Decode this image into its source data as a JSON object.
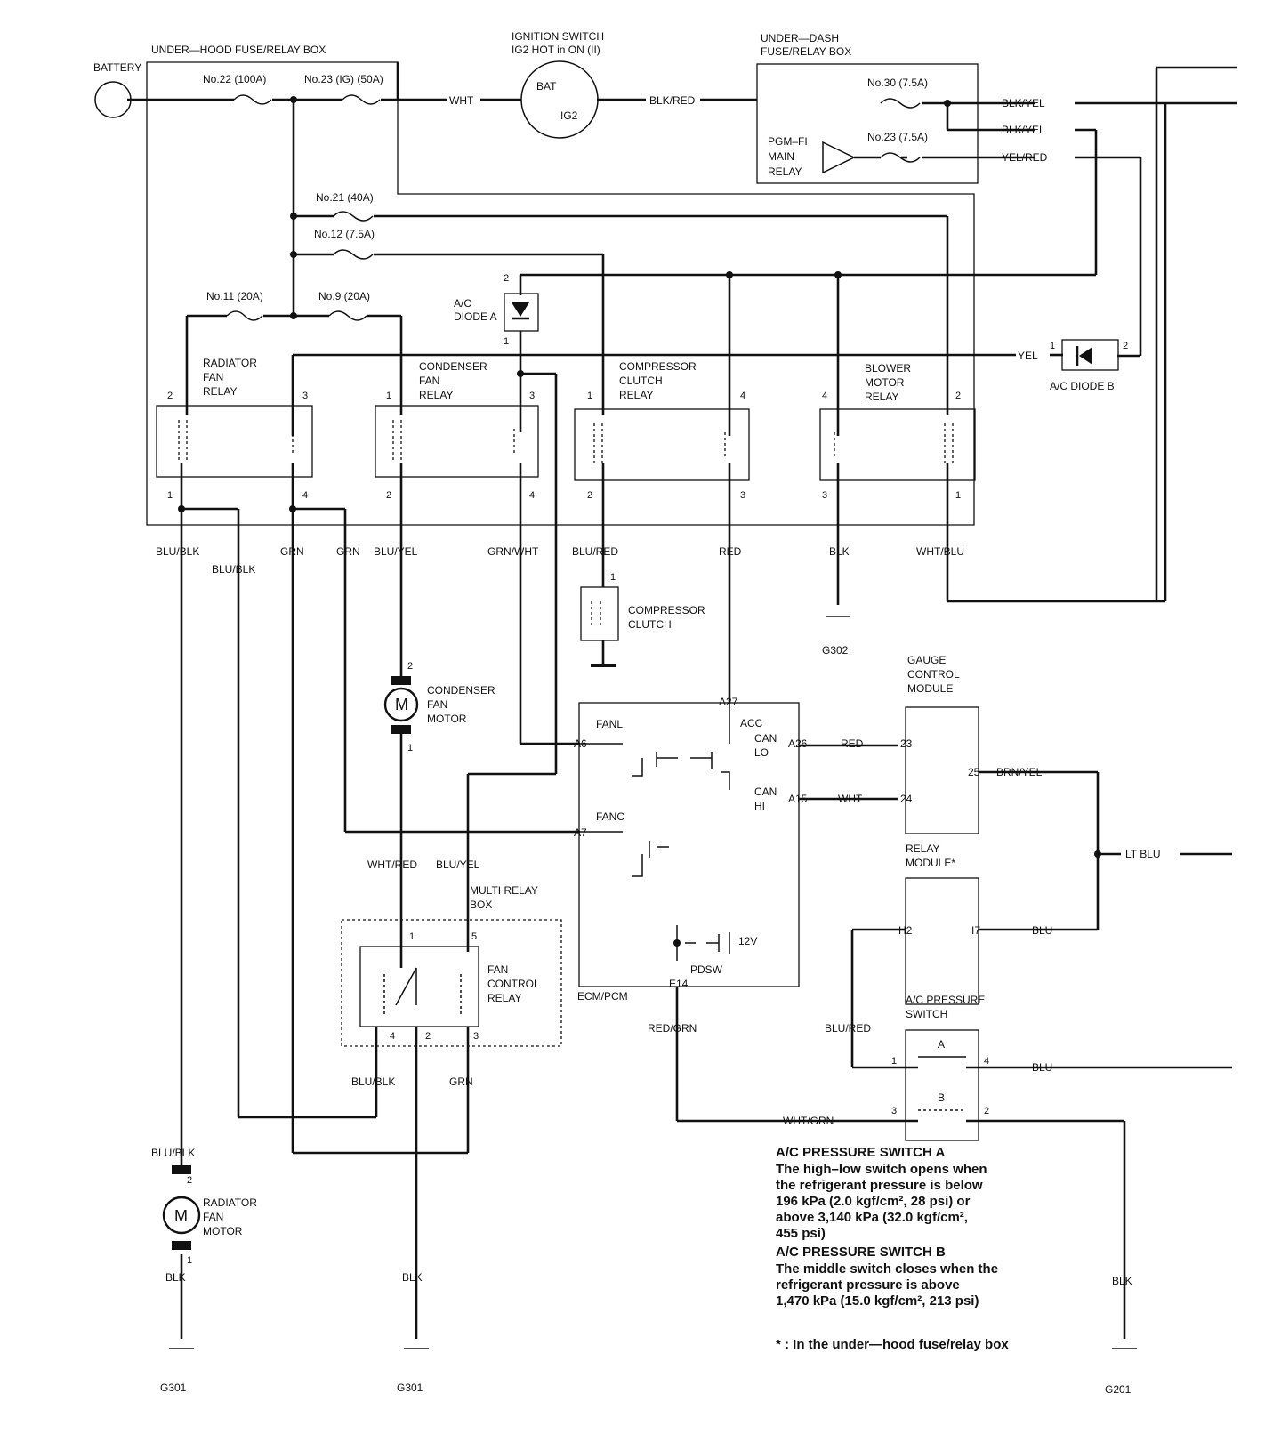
{
  "boxes": {
    "underhood": "UNDER—HOOD FUSE/RELAY BOX",
    "ignition_l1": "IGNITION SWITCH",
    "ignition_l2": "IG2 HOT in ON (II)",
    "underdash_l1": "UNDER—DASH",
    "underdash_l2": "FUSE/RELAY BOX",
    "battery": "BATTERY",
    "bat": "BAT",
    "ig2": "IG2",
    "pgm_l1": "PGM–FI",
    "pgm_l2": "MAIN",
    "pgm_l3": "RELAY"
  },
  "fuses": {
    "f22": "No.22 (100A)",
    "f23": "No.23 (IG) (50A)",
    "f30": "No.30 (7.5A)",
    "f23b": "No.23 (7.5A)",
    "f21": "No.21 (40A)",
    "f12": "No.12 (7.5A)",
    "f11": "No.11 (20A)",
    "f9": "No.9 (20A)"
  },
  "wires": {
    "wht": "WHT",
    "blk_red": "BLK/RED",
    "blk_yel": "BLK/YEL",
    "yel_red": "YEL/RED",
    "yel": "YEL",
    "blu_blk": "BLU/BLK",
    "grn": "GRN",
    "blu_yel": "BLU/YEL",
    "grn_wht": "GRN/WHT",
    "blu_red": "BLU/RED",
    "red": "RED",
    "blk": "BLK",
    "wht_blu": "WHT/BLU",
    "brn_yel": "BRN/YEL",
    "lt_blu": "LT BLU",
    "blu": "BLU",
    "wht_red": "WHT/RED",
    "red_grn": "RED/GRN",
    "wht_grn": "WHT/GRN"
  },
  "relays": {
    "radiator_l1": "RADIATOR",
    "radiator_l2": "FAN",
    "radiator_l3": "RELAY",
    "condenser_l1": "CONDENSER",
    "condenser_l2": "FAN",
    "condenser_l3": "RELAY",
    "compressor_l1": "COMPRESSOR",
    "compressor_l2": "CLUTCH",
    "compressor_l3": "RELAY",
    "blower_l1": "BLOWER",
    "blower_l2": "MOTOR",
    "blower_l3": "RELAY"
  },
  "components": {
    "diode_a_l1": "A/C",
    "diode_a_l2": "DIODE A",
    "diode_b": "A/C DIODE B",
    "clutch_l1": "COMPRESSOR",
    "clutch_l2": "CLUTCH",
    "cond_motor_l1": "CONDENSER",
    "cond_motor_l2": "FAN",
    "cond_motor_l3": "MOTOR",
    "rad_motor_l1": "RADIATOR",
    "rad_motor_l2": "FAN",
    "rad_motor_l3": "MOTOR",
    "motor_symbol": "M",
    "gauge_l1": "GAUGE",
    "gauge_l2": "CONTROL",
    "gauge_l3": "MODULE",
    "relay_mod_l1": "RELAY",
    "relay_mod_l2": "MODULE*",
    "multi_l1": "MULTI  RELAY",
    "multi_l2": "BOX",
    "fan_ctrl_l1": "FAN",
    "fan_ctrl_l2": "CONTROL",
    "fan_ctrl_l3": "RELAY",
    "pressure_l1": "A/C PRESSURE",
    "pressure_l2": "SWITCH",
    "sw_a": "A",
    "sw_b": "B",
    "ecm": "ECM/PCM",
    "fanl": "FANL",
    "fanc": "FANC",
    "acc": "ACC",
    "can_lo_1": "CAN",
    "can_lo_2": "LO",
    "can_hi_1": "CAN",
    "can_hi_2": "HI",
    "pdsw": "PDSW",
    "v12": "12V"
  },
  "pins": {
    "a27": "A27",
    "a6": "A6",
    "a7": "A7",
    "a26": "A26",
    "a15": "A15",
    "e14": "E14",
    "g23": "23",
    "g24": "24",
    "g25": "25",
    "h2": "H2",
    "i7": "I7",
    "p1": "1",
    "p2": "2",
    "p3": "3",
    "p4": "4",
    "p5": "5"
  },
  "grounds": {
    "g301": "G301",
    "g302": "G302",
    "g201": "G201"
  },
  "notes": {
    "a_title": "A/C PRESSURE SWITCH A",
    "a_l1": "The high–low switch opens when",
    "a_l2": "the refrigerant pressure is below",
    "a_l3": "196 kPa (2.0 kgf/cm², 28 psi) or",
    "a_l4": "above 3,140 kPa (32.0 kgf/cm²,",
    "a_l5": "455 psi)",
    "b_title": "A/C PRESSURE SWITCH B",
    "b_l1": "The middle switch closes when the",
    "b_l2": "refrigerant pressure is above",
    "b_l3": "1,470 kPa (15.0 kgf/cm², 213 psi)",
    "footnote": "* : In the under—hood fuse/relay box"
  }
}
